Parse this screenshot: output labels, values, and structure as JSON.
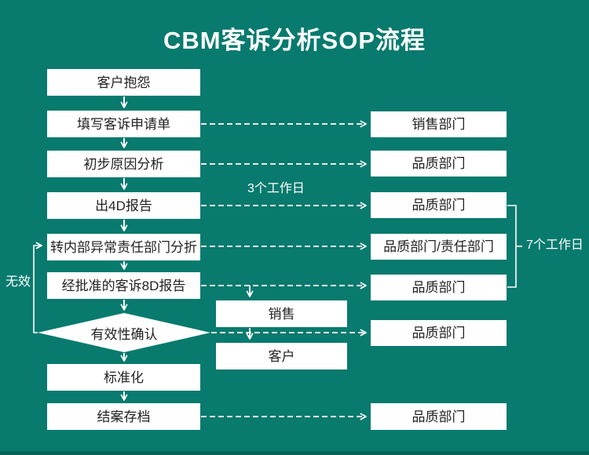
{
  "title": "CBM客诉分析SOP流程",
  "colors": {
    "background": "#087a6e",
    "box_fill": "#ffffff",
    "box_text": "#222222",
    "line": "#ffffff"
  },
  "flow": {
    "steps": [
      {
        "label": "客户抱怨",
        "shape": "rect"
      },
      {
        "label": "填写客诉申请单",
        "shape": "rect"
      },
      {
        "label": "初步原因分析",
        "shape": "rect"
      },
      {
        "label": "出4D报告",
        "shape": "rect"
      },
      {
        "label": "转内部异常责任部门分折",
        "shape": "rect"
      },
      {
        "label": "经批准的客诉8D报告",
        "shape": "rect"
      },
      {
        "label": "有效性确认",
        "shape": "diamond"
      },
      {
        "label": "标准化",
        "shape": "rect"
      },
      {
        "label": "结案存档",
        "shape": "rect"
      }
    ],
    "departments": [
      {
        "label": "销售部门"
      },
      {
        "label": "品质部门"
      },
      {
        "label": "品质部门"
      },
      {
        "label": "品质部门/责任部门"
      },
      {
        "label": "品质部门"
      },
      {
        "label": "品质部门"
      },
      {
        "label": "品质部门"
      }
    ],
    "middle_boxes": [
      {
        "label": "销售"
      },
      {
        "label": "客户"
      }
    ],
    "annotations": {
      "three_working_days": "3个工作日",
      "seven_working_days": "7个工作日",
      "invalid": "无效"
    }
  }
}
